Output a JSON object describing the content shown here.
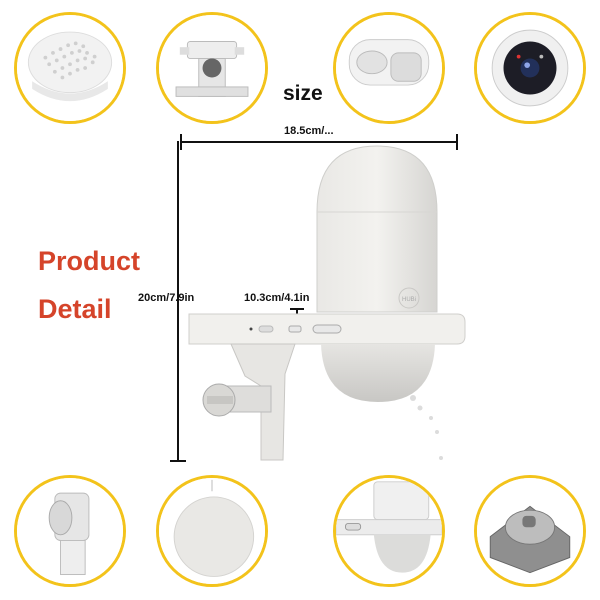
{
  "heading": "size",
  "side_label": {
    "line1": "Product",
    "line2": "Detail"
  },
  "dimensions": {
    "width": "18.5cm/...",
    "height": "20cm/7.9in",
    "thickness": "10.3cm/4.1in"
  },
  "product_text": {
    "logo": "HUBi"
  },
  "colors": {
    "accent_ring": "#f3c31b",
    "label_red": "#d5442a"
  }
}
